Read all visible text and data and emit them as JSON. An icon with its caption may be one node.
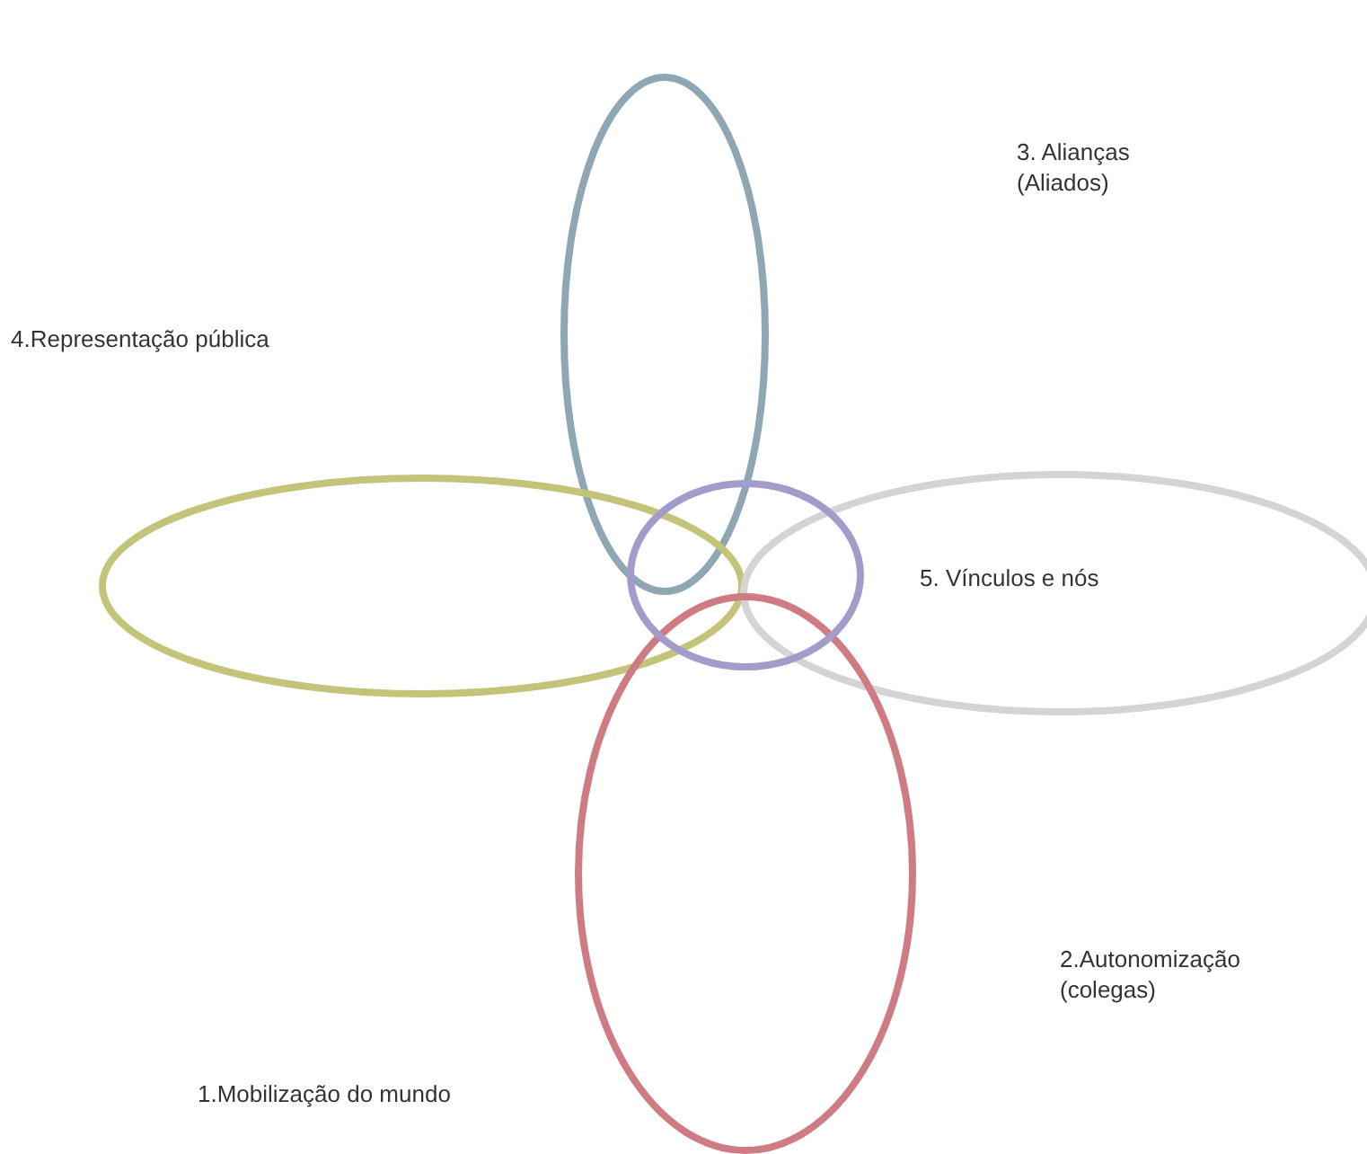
{
  "diagram": {
    "nodes": [
      {
        "text": [],
        "shape": "ellipse"
      },
      {
        "text": [],
        "shape": "ellipse"
      },
      {
        "text": [],
        "shape": "ellipse"
      },
      {
        "text": [],
        "shape": "ellipse"
      },
      {
        "text": [],
        "shape": "ellipse"
      }
    ],
    "labels": [
      "3. Alianças (Aliados)",
      "4.Representação pública",
      "5. Vínculos e nós",
      "2.Autonomização (colegas)",
      "1.Mobilização do mundo"
    ]
  }
}
